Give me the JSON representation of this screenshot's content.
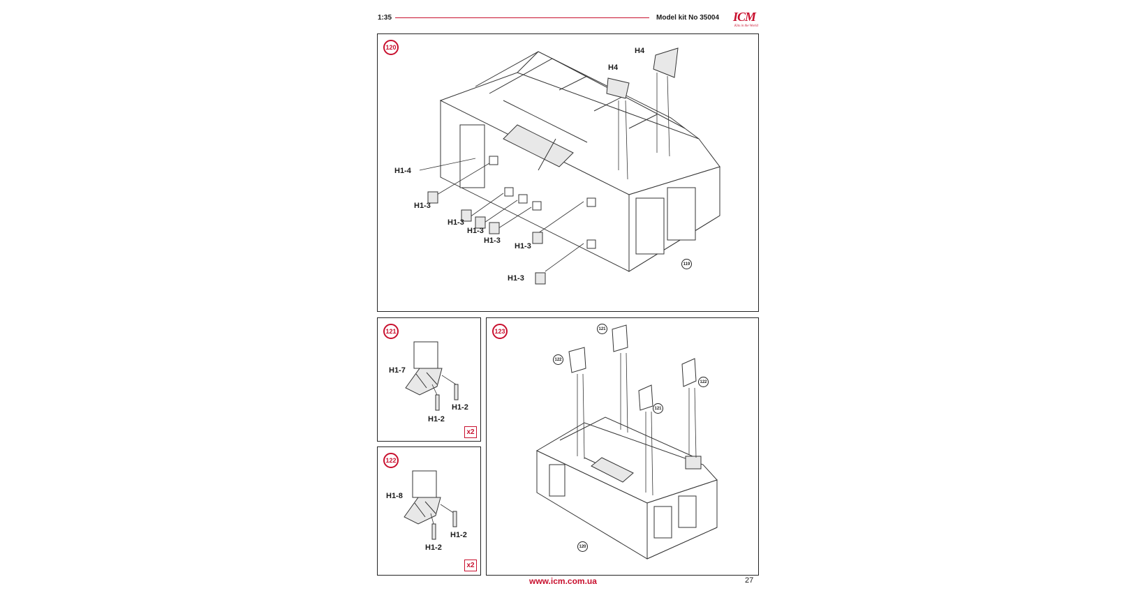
{
  "header": {
    "scale": "1:35",
    "kit_label": "Model kit No 35004",
    "logo_text": "ICM",
    "logo_tagline": "Kits in the World",
    "accent_color": "#c8102e"
  },
  "panels": {
    "p120": {
      "step": "120",
      "labels": [
        "H4",
        "H4",
        "H1-4",
        "H1-3",
        "H1-3",
        "H1-3",
        "H1-3",
        "H1-3",
        "H1-3"
      ],
      "ref": "119"
    },
    "p121": {
      "step": "121",
      "labels": [
        "H1-7",
        "H1-2",
        "H1-2"
      ],
      "qty": "x2"
    },
    "p122": {
      "step": "122",
      "labels": [
        "H1-8",
        "H1-2",
        "H1-2"
      ],
      "qty": "x2"
    },
    "p123": {
      "step": "123",
      "refs": [
        "121",
        "122",
        "121",
        "122",
        "120"
      ]
    }
  },
  "footer": {
    "url": "www.icm.com.ua",
    "page_number": "27"
  }
}
